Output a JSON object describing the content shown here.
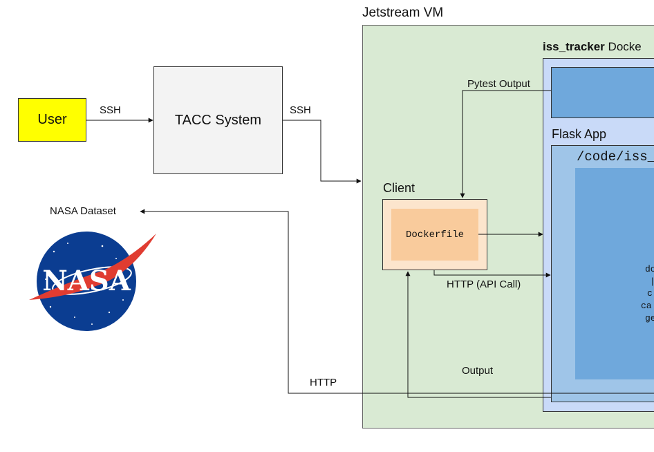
{
  "nodes": {
    "user": "User",
    "tacc": "TACC System",
    "vm": "Jetstream VM",
    "container_bold": "iss_tracker",
    "container_rest": "Docke",
    "flask": "Flask App",
    "code_path": "/code/iss_",
    "client": "Client",
    "dockerfile": "Dockerfile",
    "nasa_dataset": "NASA Dataset",
    "nasa_logo_text": "NASA"
  },
  "code_fragments": [
    "do",
    "|",
    "c",
    "ca",
    "ge"
  ],
  "edges": {
    "ssh_user_tacc": "SSH",
    "ssh_tacc_vm": "SSH",
    "pytest_output": "Pytest Output",
    "http_api_call": "HTTP (API Call)",
    "output": "Output",
    "http_nasa": "HTTP"
  },
  "colors": {
    "user": "#ffff00",
    "tacc": "#f3f3f3",
    "vm": "#d9ead3",
    "container": "#c9daf8",
    "flask": "#9fc5e8",
    "code": "#6fa8dc",
    "client": "#fce5cd",
    "dockerfile": "#f9cb9c",
    "nasa_blue": "#0b3d91",
    "nasa_red": "#e03c31"
  }
}
